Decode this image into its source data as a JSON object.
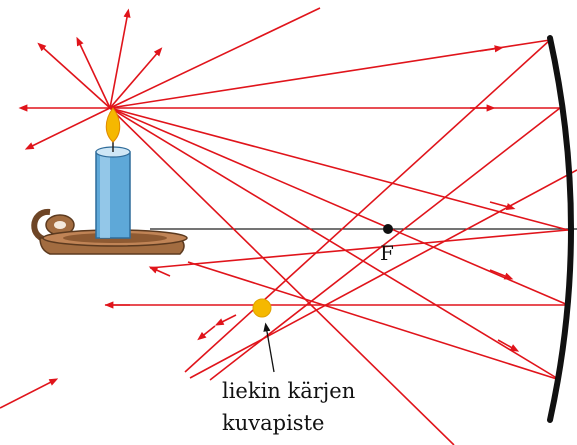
{
  "focus_label": "F",
  "image_point_caption": {
    "line1": "liekin kärjen",
    "line2": "kuvapiste"
  },
  "colors": {
    "ray": "#e0141b",
    "mirror": "#111111",
    "candle_body": "#5ea8d8",
    "candle_holder": "#8a5a34",
    "flame": "#f5b800",
    "image_point": "#f5b800"
  }
}
